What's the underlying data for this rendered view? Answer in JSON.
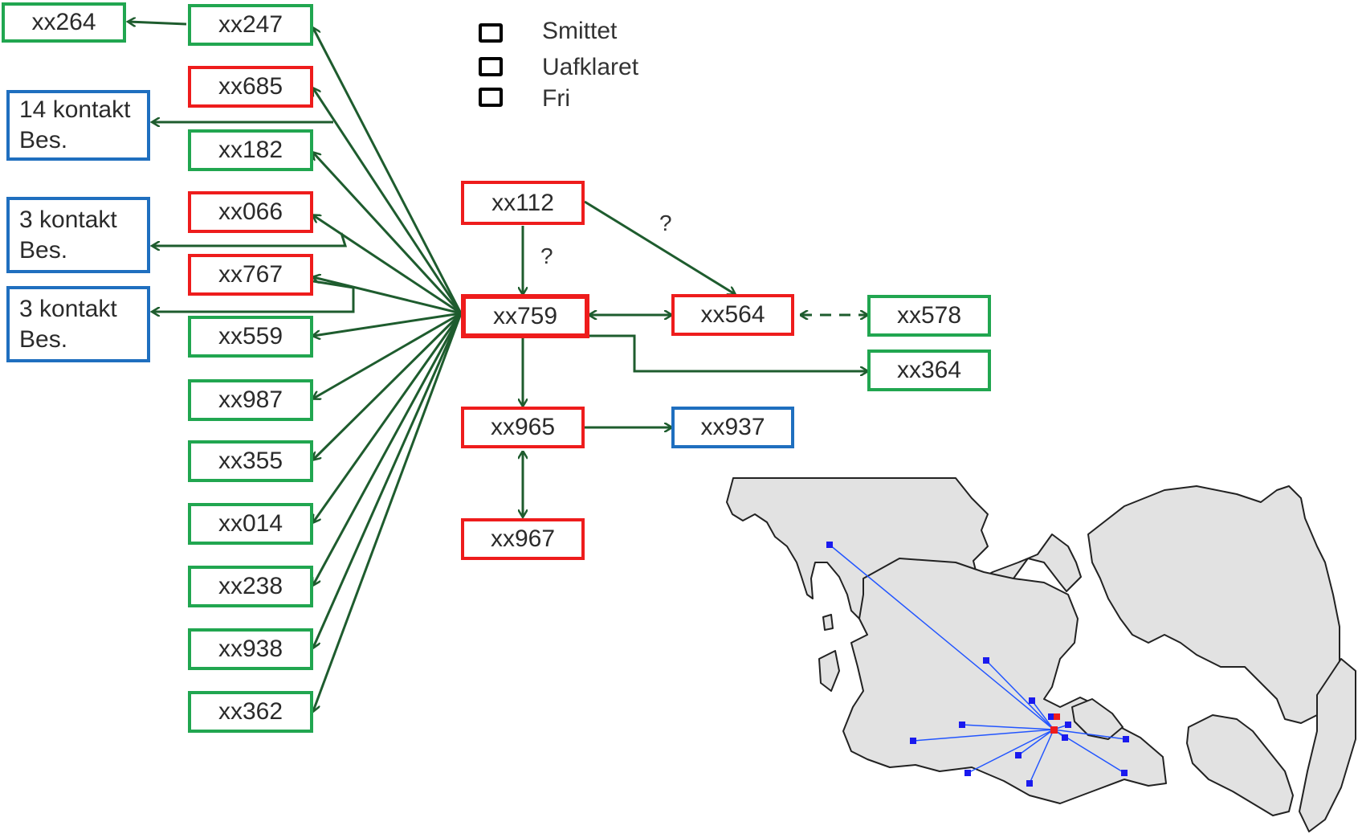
{
  "legend": {
    "infected": {
      "label": "Smittet",
      "color": "#ee1c1c"
    },
    "unclear": {
      "label": "Uafklaret",
      "color": "#1f6fbf"
    },
    "free": {
      "label": "Fri",
      "color": "#21a650"
    }
  },
  "nodes": {
    "xx264": "xx264",
    "xx247": "xx247",
    "xx685": "xx685",
    "contact14": {
      "line1": "14 kontakt",
      "line2": "Bes."
    },
    "xx182": "xx182",
    "contact3a": {
      "line1": "3 kontakt",
      "line2": "Bes."
    },
    "xx066": "xx066",
    "xx767": "xx767",
    "contact3b": {
      "line1": "3 kontakt",
      "line2": "Bes."
    },
    "xx559": "xx559",
    "xx987": "xx987",
    "xx355": "xx355",
    "xx014": "xx014",
    "xx238": "xx238",
    "xx938": "xx938",
    "xx362": "xx362",
    "xx112": "xx112",
    "xx759": "xx759",
    "xx564": "xx564",
    "xx578": "xx578",
    "xx364": "xx364",
    "xx965": "xx965",
    "xx937": "xx937",
    "xx967": "xx967"
  },
  "question_marks": [
    "?",
    "?"
  ],
  "colors": {
    "arrow": "#1e5c2e",
    "map_fill": "#e2e2e2",
    "map_line": "#2255ff",
    "map_point": "#1a1aee",
    "map_center": "#ee1c1c"
  }
}
